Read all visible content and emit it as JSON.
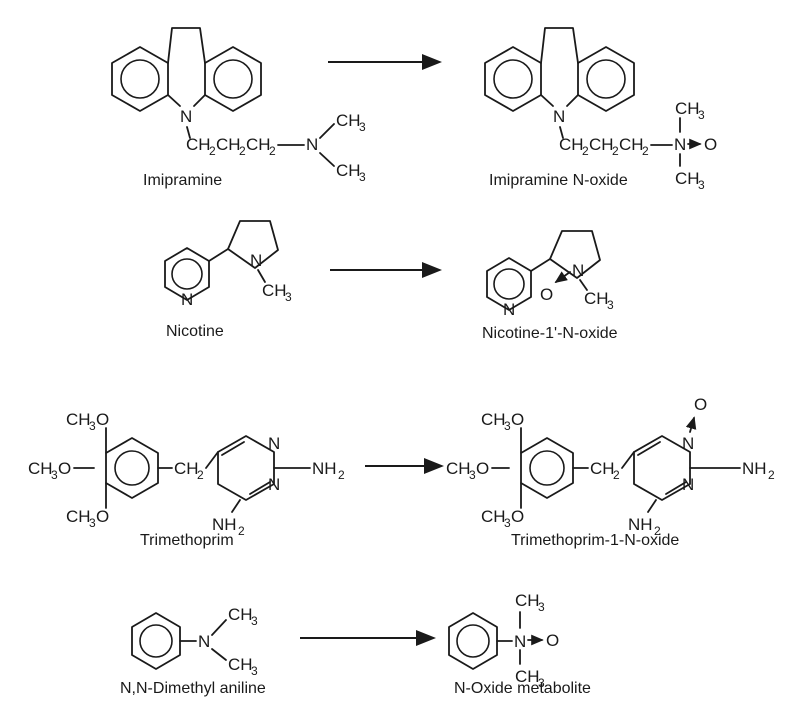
{
  "arrow_color": "#1a1a1a",
  "reactions": [
    {
      "parent": {
        "name": "Imipramine"
      },
      "metabolite": {
        "name": "Imipramine N-oxide"
      }
    },
    {
      "parent": {
        "name": "Nicotine"
      },
      "metabolite": {
        "name": "Nicotine-1'-N-oxide"
      }
    },
    {
      "parent": {
        "name": "Trimethoprim"
      },
      "metabolite": {
        "name": "Trimethoprim-1-N-oxide"
      }
    },
    {
      "parent": {
        "name": "N,N-Dimethyl aniline"
      },
      "metabolite": {
        "name": "N-Oxide metabolite"
      }
    }
  ],
  "atoms": {
    "n": "N",
    "o": "O",
    "ch3": "CH",
    "ch2": "CH",
    "ch3o": "CH",
    "nh": "NH",
    "chain": "CH",
    "sub3": "3",
    "sub2": "2"
  }
}
